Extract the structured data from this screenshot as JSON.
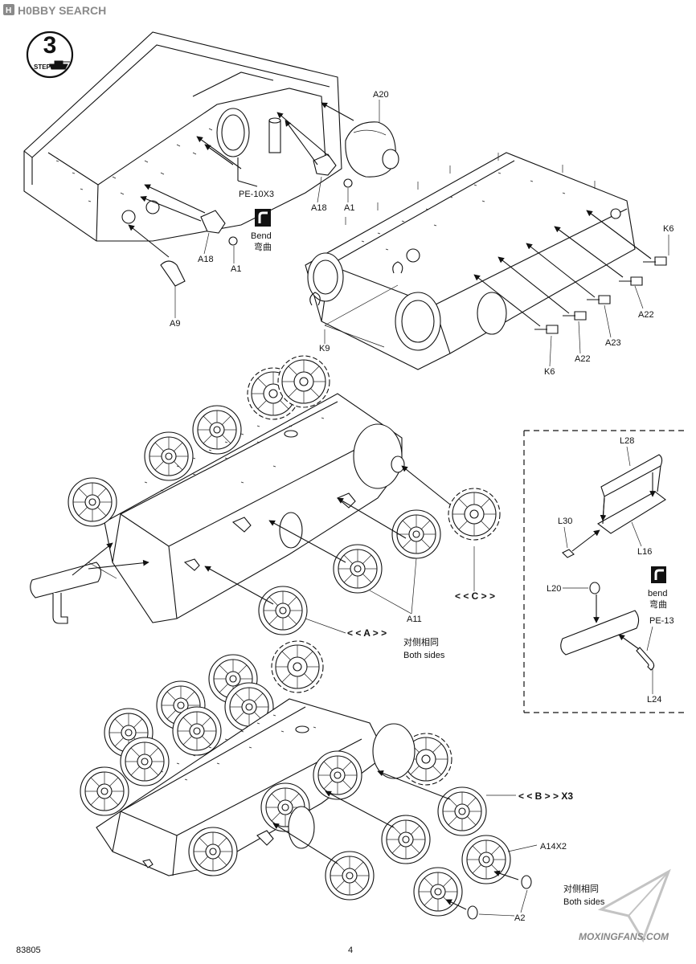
{
  "header": {
    "logo_text": "H0BBY SEARCH"
  },
  "step": {
    "label": "STEP",
    "number": "3"
  },
  "bend_box_1": {
    "label_en": "Bend",
    "label_cn": "弯曲"
  },
  "bend_box_2": {
    "label_en": "bend",
    "label_cn": "弯曲"
  },
  "parts": {
    "a20": "A20",
    "pe10x3": "PE-10X3",
    "a18_left": "A18",
    "a18_right": "A18",
    "a1_left": "A1",
    "a1_right": "A1",
    "a9": "A9",
    "k6_top": "K6",
    "k6_bottom": "K6",
    "a22_top": "A22",
    "a22_bottom": "A22",
    "a23": "A23",
    "k9": "K9",
    "l28": "L28",
    "l30": "L30",
    "l16": "L16",
    "l20": "L20",
    "pe13": "PE-13",
    "l24": "L24",
    "a11": "A11",
    "sub_a": "< < A > >",
    "sub_c": "< < C > >",
    "sub_b": "< < B > > X3",
    "a14x2": "A14X2",
    "a2": "A2"
  },
  "notes": {
    "both_sides_cn_1": "对侧相同",
    "both_sides_en_1": "Both sides",
    "both_sides_cn_2": "对侧相同",
    "both_sides_en_2": "Both sides"
  },
  "footer": {
    "product_code": "83805",
    "page_number": "4",
    "watermark": "MOXINGFANS.COM"
  },
  "colors": {
    "line": "#111111",
    "background": "#ffffff",
    "logo_gray": "#8a8a8a"
  }
}
